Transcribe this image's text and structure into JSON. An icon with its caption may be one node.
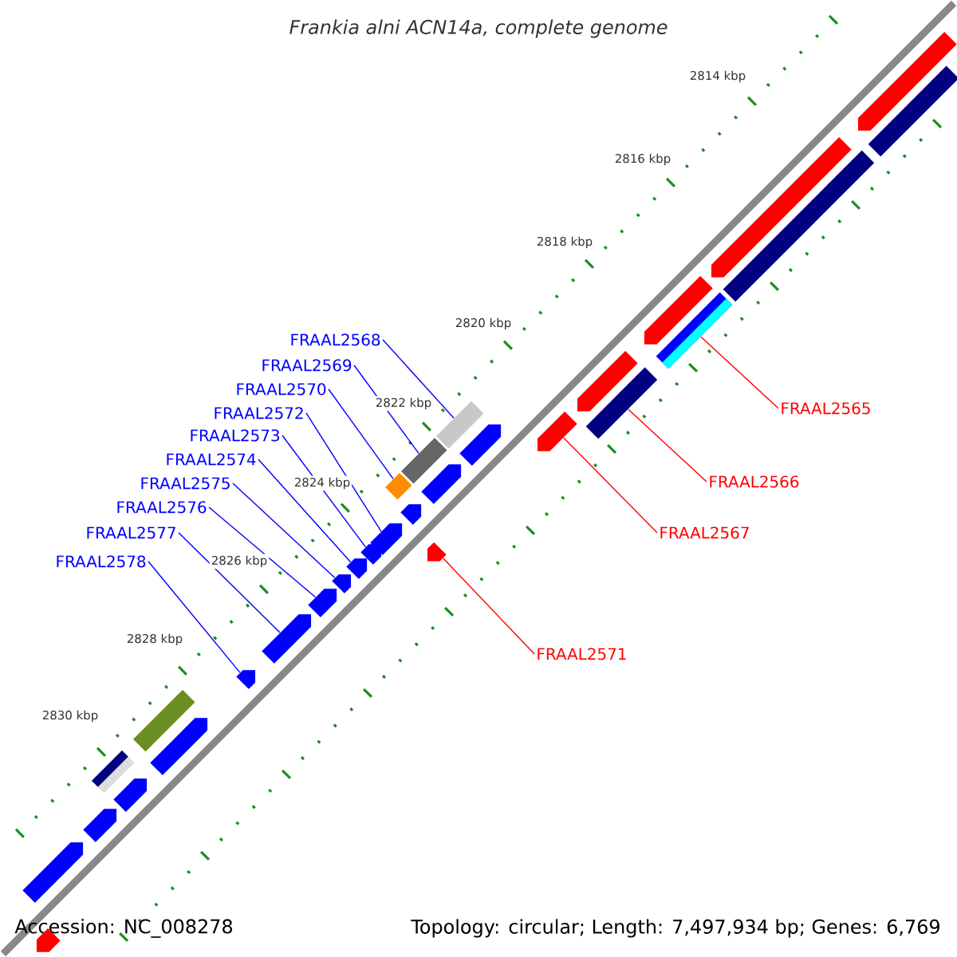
{
  "diagram": {
    "title": "Frankia alni ACN14a, complete genome",
    "nodes": [
      {
        "text": [
          "FRAAL2568"
        ]
      },
      {
        "text": [
          "FRAAL2569"
        ]
      },
      {
        "text": [
          "FRAAL2570"
        ]
      },
      {
        "text": [
          "FRAAL2572"
        ]
      },
      {
        "text": [
          "FRAAL2573"
        ]
      },
      {
        "text": [
          "FRAAL2574"
        ]
      },
      {
        "text": [
          "FRAAL2575"
        ]
      },
      {
        "text": [
          "FRAAL2576"
        ]
      },
      {
        "text": [
          "FRAAL2577"
        ]
      },
      {
        "text": [
          "FRAAL2578"
        ]
      },
      {
        "text": [
          "FRAAL2565"
        ]
      },
      {
        "text": [
          "FRAAL2566"
        ]
      },
      {
        "text": [
          "FRAAL2567"
        ]
      },
      {
        "text": [
          "FRAAL2571"
        ]
      },
      {
        "text": [],
        "shape": "bar"
      },
      {
        "text": [],
        "shape": "bar"
      },
      {
        "text": [],
        "shape": "bar"
      },
      {
        "text": [],
        "shape": "bar"
      },
      {
        "text": [],
        "shape": "bar"
      },
      {
        "text": [],
        "shape": "bar"
      },
      {
        "text": [],
        "shape": "bar"
      },
      {
        "text": [],
        "shape": "bar"
      },
      {
        "text": [],
        "shape": "bar"
      },
      {
        "text": [],
        "shape": "bar"
      },
      {
        "text": [],
        "shape": "bar"
      },
      {
        "text": [],
        "shape": "bar"
      },
      {
        "text": [],
        "shape": "bar"
      },
      {
        "text": [],
        "shape": "bar"
      },
      {
        "text": [],
        "shape": "bar"
      },
      {
        "text": [],
        "shape": "bar"
      },
      {
        "text": [],
        "shape": "bar"
      },
      {
        "text": [],
        "shape": "bar"
      },
      {
        "text": [],
        "shape": "bar"
      },
      {
        "text": [],
        "shape": "bar"
      },
      {
        "text": [],
        "shape": "bar"
      },
      {
        "text": [],
        "shape": "bar"
      },
      {
        "text": [],
        "shape": "bar"
      },
      {
        "text": [],
        "shape": "bar"
      },
      {
        "text": [],
        "shape": "bar"
      },
      {
        "text": [],
        "shape": "bar"
      },
      {
        "text": [],
        "shape": "bar"
      },
      {
        "text": [],
        "shape": "bar"
      },
      {
        "text": [],
        "shape": "bar"
      },
      {
        "text": [],
        "shape": "bar"
      }
    ],
    "edges": [
      {
        "from": 0,
        "to": 14,
        "arrow": "none"
      },
      {
        "from": 1,
        "to": 15,
        "arrow": "none"
      },
      {
        "from": 2,
        "to": 16,
        "arrow": "none"
      },
      {
        "from": 3,
        "to": 17,
        "arrow": "none"
      },
      {
        "from": 4,
        "to": 18,
        "arrow": "none"
      },
      {
        "from": 5,
        "to": 19,
        "arrow": "none"
      },
      {
        "from": 6,
        "to": 20,
        "arrow": "none"
      },
      {
        "from": 7,
        "to": 21,
        "arrow": "none"
      },
      {
        "from": 8,
        "to": 22,
        "arrow": "none"
      },
      {
        "from": 9,
        "to": 23,
        "arrow": "none"
      },
      {
        "from": 10,
        "to": 24,
        "arrow": "none",
        "color": "#ff0000"
      },
      {
        "from": 11,
        "to": 25,
        "arrow": "none",
        "color": "#ff0000"
      },
      {
        "from": 12,
        "to": 26,
        "arrow": "none",
        "color": "#ff0000"
      },
      {
        "from": 13,
        "to": 27,
        "arrow": "none",
        "color": "#ff0000"
      }
    ],
    "labels": [
      "2814 kbp",
      "2816 kbp",
      "2818 kbp",
      "2820 kbp",
      "2822 kbp",
      "2824 kbp",
      "2826 kbp",
      "2828 kbp",
      "2830 kbp",
      "Accession: NC_008278",
      "Topology: circular; Length: 7,497,934 bp; Genes: 6,769"
    ]
  }
}
